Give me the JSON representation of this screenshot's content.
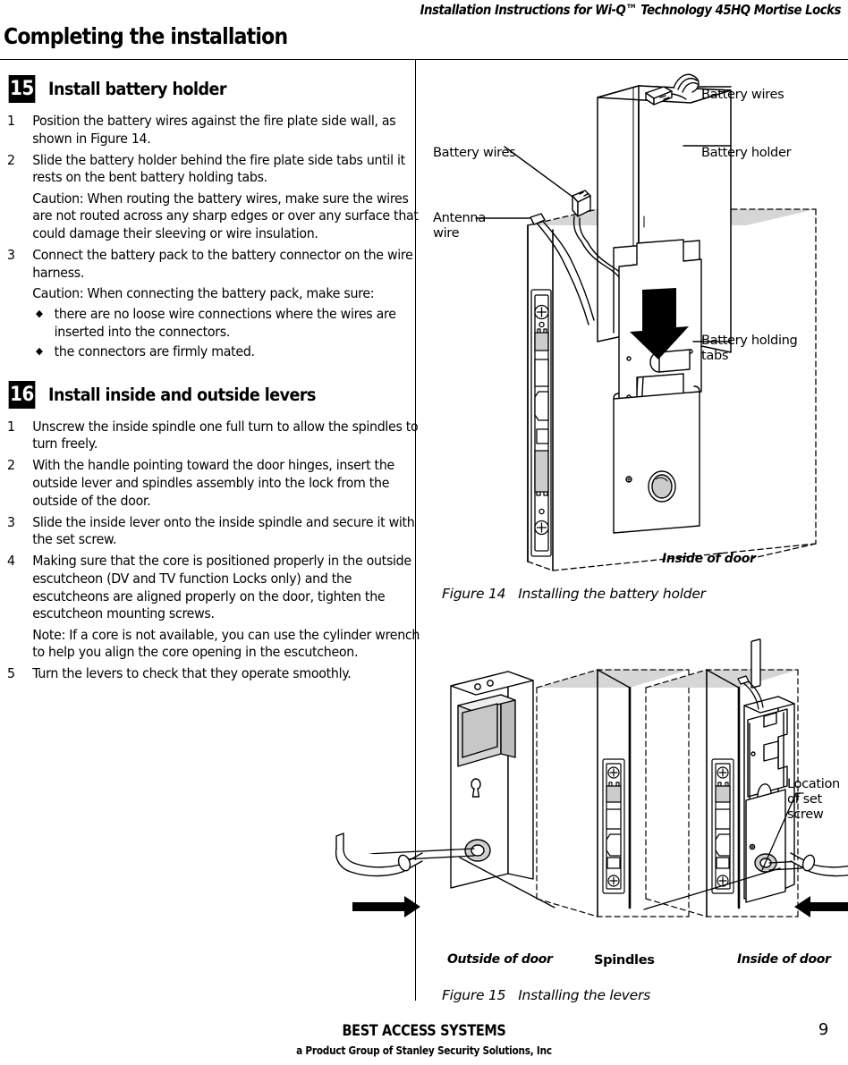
{
  "header": {
    "running_head": "Installation Instructions for Wi-Q™ Technology 45HQ Mortise Locks",
    "page_title": "Completing the installation"
  },
  "sections": [
    {
      "number": "15",
      "title": "Install battery holder",
      "steps": [
        {
          "num": "1",
          "text": "Position the battery wires against the fire plate side wall, as shown in Figure 14."
        },
        {
          "num": "2",
          "text": "Slide the battery holder behind the fire plate side tabs until it rests on the bent battery holding tabs.",
          "note": "Caution:  When routing the battery wires, make sure the wires are not routed across any sharp edges or over any surface that could damage their sleeving or wire insulation."
        },
        {
          "num": "3",
          "text": "Connect the battery pack to the battery connector on the wire harness.",
          "note": "Caution:  When connecting the battery pack, make sure:",
          "bullets": [
            "there are no loose wire connections where the wires are inserted into the connectors.",
            "the connectors are firmly mated."
          ]
        }
      ]
    },
    {
      "number": "16",
      "title": "Install inside and outside levers",
      "steps": [
        {
          "num": "1",
          "text": "Unscrew the inside spindle one full turn to allow the spindles to turn freely."
        },
        {
          "num": "2",
          "text": "With the handle pointing toward the door hinges, insert the outside lever and spindles assembly into the lock from the outside of the door."
        },
        {
          "num": "3",
          "text": "Slide the inside lever onto the inside spindle and secure it with the set screw."
        },
        {
          "num": "4",
          "text": "Making sure that the core is positioned properly in the outside escutcheon (DV and TV function Locks only) and the escutcheons are aligned properly on the door, tighten the escutcheon mounting screws.",
          "note": "Note: If a core is not available, you can use the cylinder wrench to help you align the core opening in the escutcheon."
        },
        {
          "num": "5",
          "text": "Turn the levers to check that they operate smoothly."
        }
      ]
    }
  ],
  "figures": [
    {
      "id": "figure-14",
      "caption_number": "Figure 14",
      "caption_text": "Installing the battery holder",
      "labels": {
        "battery_wires_top": "Battery wires",
        "battery_holder": "Battery holder",
        "battery_wires_left": "Battery wires",
        "antenna_wire_line1": "Antenna",
        "antenna_wire_line2": "wire",
        "battery_holding_line1": "Battery holding",
        "battery_holding_line2": "tabs",
        "inside_of_door": "Inside of door"
      }
    },
    {
      "id": "figure-15",
      "caption_number": "Figure 15",
      "caption_text": "Installing the levers",
      "labels": {
        "location_line1": "Location",
        "location_line2": "of set",
        "location_line3": "screw",
        "outside_of_door": "Outside of door",
        "spindles": "Spindles",
        "inside_of_door": "Inside of door"
      }
    }
  ],
  "footer": {
    "brand": "BEST ACCESS SYSTEMS",
    "subtitle": "a Product Group of Stanley Security Solutions, Inc",
    "page_number": "9"
  },
  "colors": {
    "ink": "#000000",
    "paper": "#ffffff",
    "shade": "#d8d8d8",
    "light_shade": "#eeeeee"
  }
}
